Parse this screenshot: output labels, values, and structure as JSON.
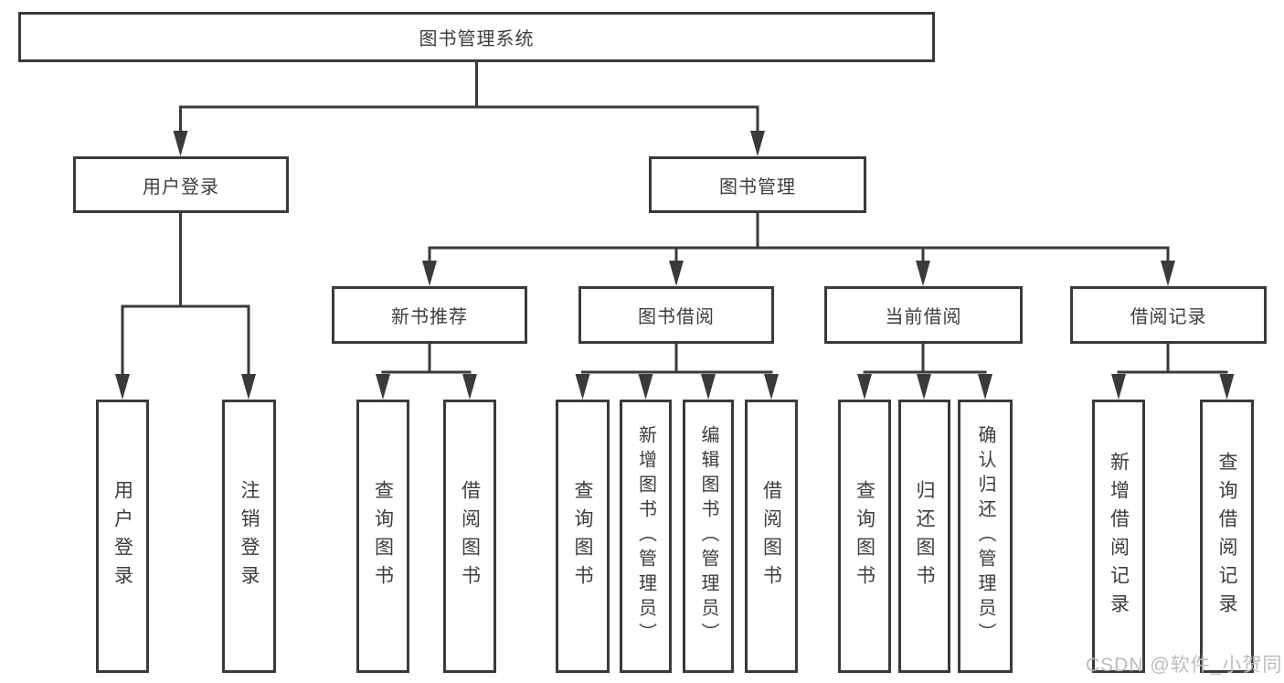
{
  "diagram": {
    "colors": {
      "line": "#3a3a3a",
      "box_border": "#3a3a3a",
      "text": "#3d3d3d",
      "watermark": "#bcbcbc",
      "background": "#ffffff"
    },
    "watermark": "CSDN @软件_小贺同学",
    "nodes": {
      "root": {
        "label": "图书管理系统"
      },
      "user_login": {
        "label": "用户登录"
      },
      "book_mgmt": {
        "label": "图书管理"
      },
      "new_book": {
        "label": "新书推荐"
      },
      "borrow": {
        "label": "图书借阅"
      },
      "current": {
        "label": "当前借阅"
      },
      "record": {
        "label": "借阅记录"
      },
      "leaf_user_login": {
        "label": "用户登录"
      },
      "leaf_logout": {
        "label": "注销登录"
      },
      "leaf_nb_query": {
        "label": "查询图书"
      },
      "leaf_nb_borrow": {
        "label": "借阅图书"
      },
      "leaf_bw_query": {
        "label": "查询图书"
      },
      "leaf_bw_add": {
        "label": "新增图书（管理员）"
      },
      "leaf_bw_edit": {
        "label": "编辑图书（管理员）"
      },
      "leaf_bw_borrow": {
        "label": "借阅图书"
      },
      "leaf_cu_query": {
        "label": "查询图书"
      },
      "leaf_cu_return": {
        "label": "归还图书"
      },
      "leaf_cu_confirm": {
        "label": "确认归还（管理员）"
      },
      "leaf_rc_add": {
        "label": "新增借阅记录"
      },
      "leaf_rc_query": {
        "label": "查询借阅记录"
      }
    },
    "hierarchy_note": {
      "root_children": "用户登录, 图书管理",
      "user_login_children": "用户登录, 注销登录",
      "book_mgmt_children": "新书推荐, 图书借阅, 当前借阅, 借阅记录",
      "new_book_children": "查询图书, 借阅图书",
      "borrow_children": "查询图书, 新增图书（管理员）, 编辑图书（管理员）, 借阅图书",
      "current_children": "查询图书, 归还图书, 确认归还（管理员）",
      "record_children": "新增借阅记录, 查询借阅记录"
    }
  }
}
